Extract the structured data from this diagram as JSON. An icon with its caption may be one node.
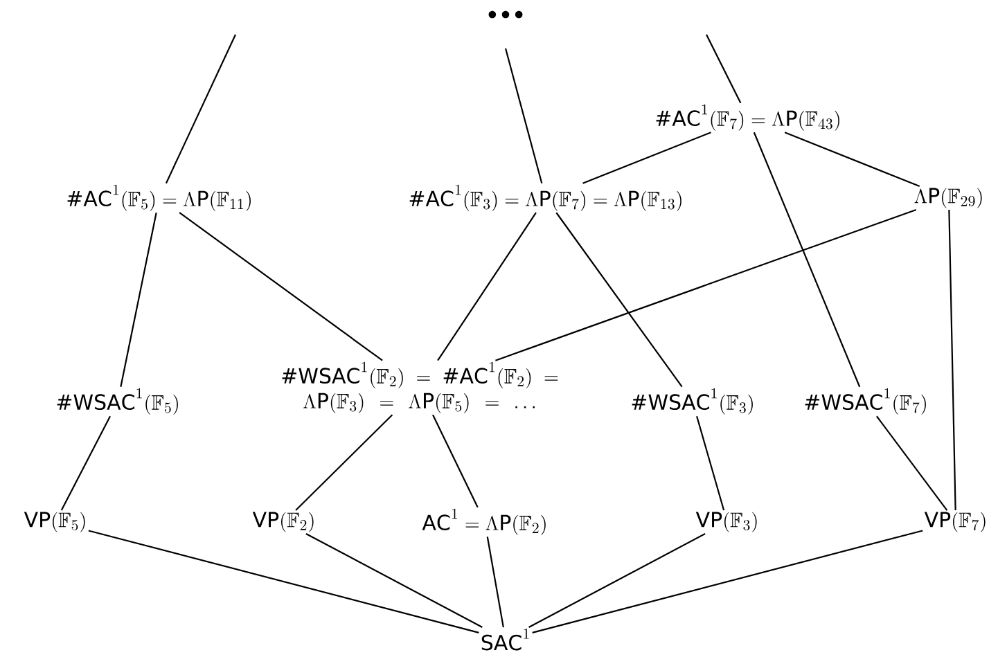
{
  "diagram": {
    "nodes": [
      {
        "text": [
          "\\#\\mathsf{AC}^1(\\mathbb{F}_5) = \\Lambda\\mathsf{P}(\\mathbb{F}_{11})"
        ]
      },
      {
        "text": [
          "\\#\\mathsf{AC}^1(\\mathbb{F}_3) = \\Lambda\\mathsf{P}(\\mathbb{F}_7) = \\Lambda\\mathsf{P}(\\mathbb{F}_{13})"
        ]
      },
      {
        "text": [
          "\\#\\mathsf{AC}^1(\\mathbb{F}_7) = \\Lambda\\mathsf{P}(\\mathbb{F}_{43})"
        ]
      },
      {
        "text": [
          "\\Lambda\\mathsf{P}(\\mathbb{F}_{29})"
        ]
      },
      {
        "text": [
          "\\#\\mathsf{WSAC}^1(\\mathbb{F}_2) = \\#\\mathsf{AC}^1(\\mathbb{F}_2) = \\Lambda\\mathsf{P}(\\mathbb{F}_3) = \\Lambda\\mathsf{P}(\\mathbb{F}_5) = \\ldots"
        ]
      },
      {
        "text": [
          "\\#\\mathsf{WSAC}^1(\\mathbb{F}_5)"
        ]
      },
      {
        "text": [
          "\\#\\mathsf{WSAC}^1(\\mathbb{F}_3)"
        ]
      },
      {
        "text": [
          "\\#\\mathsf{WSAC}^1(\\mathbb{F}_7)"
        ]
      },
      {
        "text": [
          "\\mathsf{VP}(\\mathbb{F}_5)"
        ]
      },
      {
        "text": [
          "\\mathsf{VP}(\\mathbb{F}_2)"
        ]
      },
      {
        "text": [
          "\\mathsf{AC}^1 = \\Lambda\\mathsf{P}(\\mathbb{F}_2)"
        ]
      },
      {
        "text": [
          "\\mathsf{VP}(\\mathbb{F}_3)"
        ]
      },
      {
        "text": [
          "\\mathsf{VP}(\\mathbb{F}_7)"
        ]
      },
      {
        "text": [
          "\\mathsf{SAC}^1"
        ]
      }
    ],
    "edges": [
      {
        "from": null,
        "to": 0,
        "arrow": "none"
      },
      {
        "from": null,
        "to": 1,
        "arrow": "none"
      },
      {
        "from": null,
        "to": 2,
        "arrow": "none"
      },
      {
        "from": 1,
        "to": 2,
        "arrow": "none"
      },
      {
        "from": 2,
        "to": 3,
        "arrow": "none"
      },
      {
        "from": 2,
        "to": 7,
        "arrow": "none"
      },
      {
        "from": 0,
        "to": 5,
        "arrow": "none"
      },
      {
        "from": 0,
        "to": 4,
        "arrow": "none"
      },
      {
        "from": 1,
        "to": 4,
        "arrow": "none"
      },
      {
        "from": 1,
        "to": 6,
        "arrow": "none"
      },
      {
        "from": 3,
        "to": 4,
        "arrow": "none"
      },
      {
        "from": 3,
        "to": 12,
        "arrow": "none"
      },
      {
        "from": 5,
        "to": 8,
        "arrow": "none"
      },
      {
        "from": 4,
        "to": 9,
        "arrow": "none"
      },
      {
        "from": 4,
        "to": 10,
        "arrow": "none"
      },
      {
        "from": 6,
        "to": 11,
        "arrow": "none"
      },
      {
        "from": 7,
        "to": 12,
        "arrow": "none"
      },
      {
        "from": 8,
        "to": 13,
        "arrow": "none"
      },
      {
        "from": 9,
        "to": 13,
        "arrow": "none"
      },
      {
        "from": 10,
        "to": 13,
        "arrow": "none"
      },
      {
        "from": 11,
        "to": 13,
        "arrow": "none"
      },
      {
        "from": 12,
        "to": 13,
        "arrow": "none"
      }
    ],
    "labels": [
      "•••"
    ]
  }
}
